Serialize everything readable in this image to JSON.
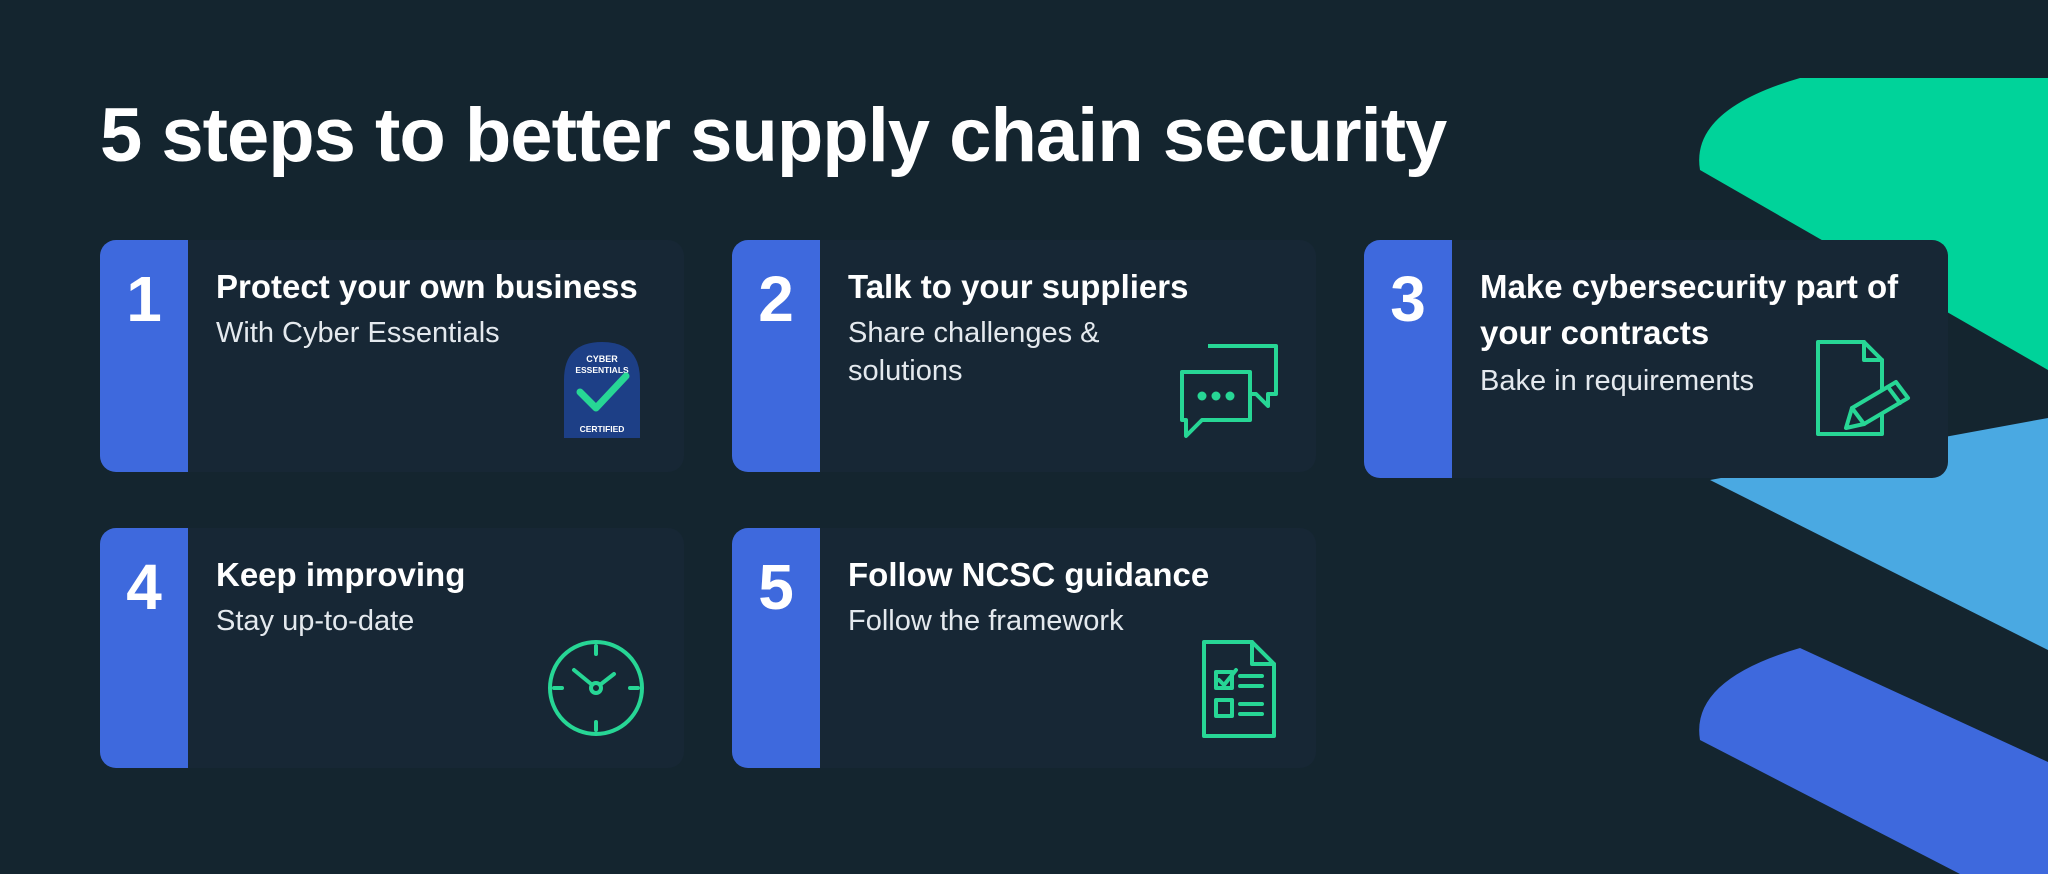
{
  "title": "5 steps to better supply chain security",
  "colors": {
    "background": "#14252f",
    "card": "#172735",
    "number_band": "#3e69dd",
    "icon_green": "#27d695",
    "stripe_green": "#00d39a",
    "stripe_light_blue": "#4aa9e2",
    "stripe_blue": "#3e69dd"
  },
  "steps": [
    {
      "number": "1",
      "heading": "Protect your own business",
      "sub": "With Cyber Essentials",
      "icon": "cyber-essentials-badge",
      "badge": {
        "line1": "CYBER",
        "line2": "ESSENTIALS",
        "line3": "CERTIFIED"
      }
    },
    {
      "number": "2",
      "heading": "Talk to your suppliers",
      "sub": "Share challenges & solutions",
      "icon": "chat-bubbles-icon"
    },
    {
      "number": "3",
      "heading": "Make cybersecurity part of your contracts",
      "sub": "Bake in requirements",
      "icon": "document-pen-icon"
    },
    {
      "number": "4",
      "heading": "Keep improving",
      "sub": "Stay up-to-date",
      "icon": "clock-icon"
    },
    {
      "number": "5",
      "heading": "Follow NCSC guidance",
      "sub": "Follow the framework",
      "icon": "checklist-icon"
    }
  ]
}
